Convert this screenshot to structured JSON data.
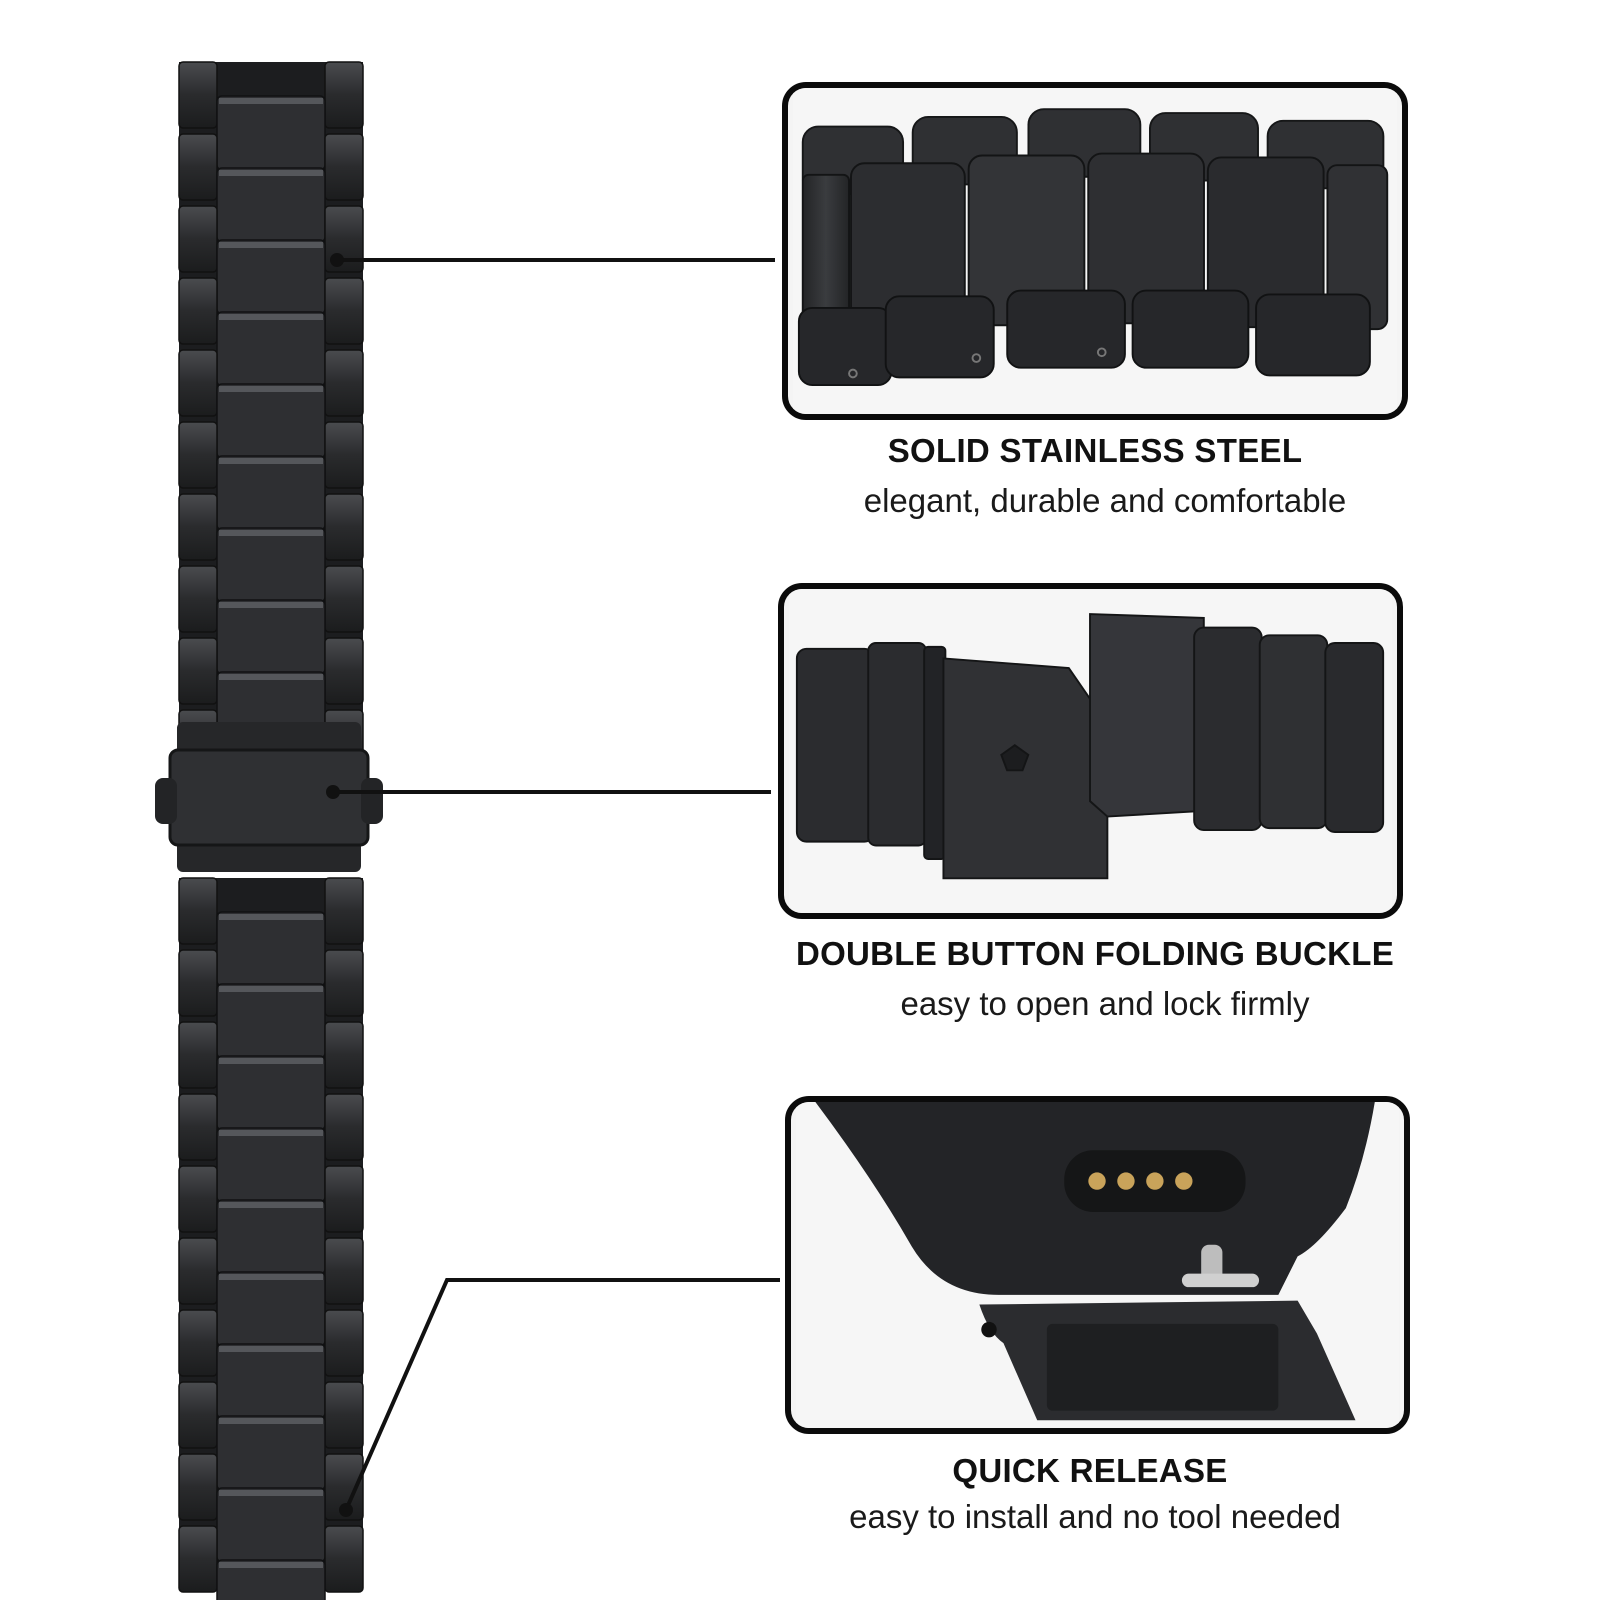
{
  "features": [
    {
      "title": "SOLID STAINLESS STEEL",
      "subtitle": "elegant, durable and comfortable",
      "image": "link-closeup"
    },
    {
      "title": "DOUBLE BUTTON FOLDING BUCKLE",
      "subtitle": "easy to open and lock firmly",
      "image": "buckle-closeup"
    },
    {
      "title": "QUICK RELEASE",
      "subtitle": "easy to install and no tool needed",
      "image": "quick-release-closeup"
    }
  ],
  "colors": {
    "steel": "#2b2c2e",
    "steel_dark": "#1a1b1c",
    "steel_light": "#46484b",
    "frame": "#0b0b0b",
    "pins": "#c9a35a"
  }
}
